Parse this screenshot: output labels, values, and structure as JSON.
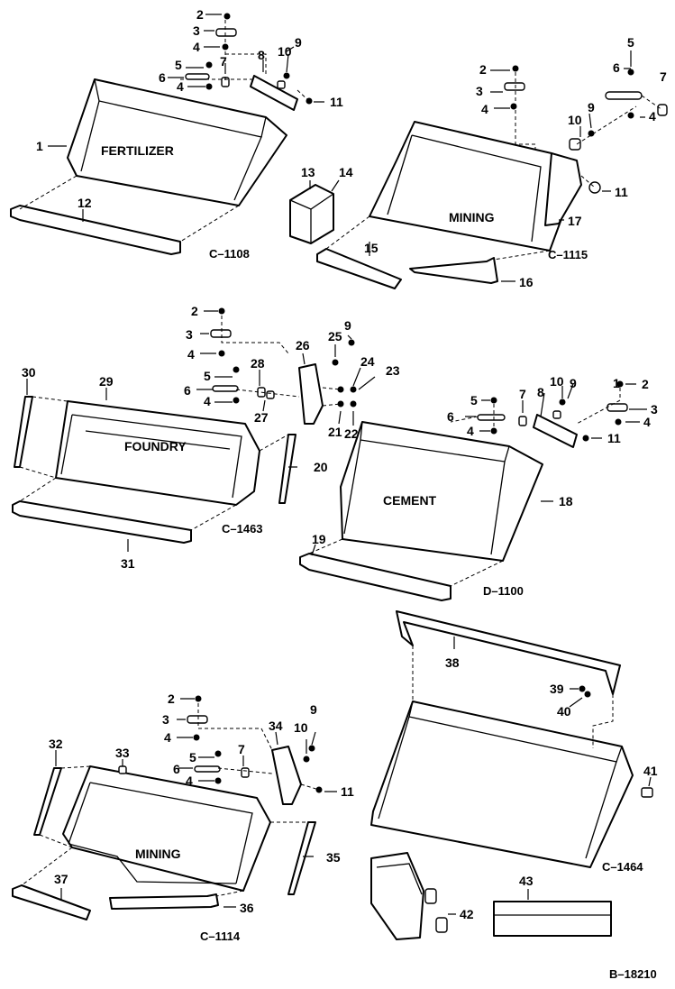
{
  "bucket_names": {
    "fertilizer": "FERTILIZER",
    "mining_top": "MINING",
    "foundry": "FOUNDRY",
    "cement": "CEMENT",
    "mining_bottom": "MINING"
  },
  "figure_refs": {
    "fertilizer": "C–1108",
    "mining_top": "C–1115",
    "foundry": "C–1463",
    "cement": "D–1100",
    "mining_bottom": "C–1114",
    "utility": "C–1464",
    "sheet": "B–18210"
  },
  "callouts": {
    "fert": {
      "c1": "1",
      "c2": "2",
      "c3": "3",
      "c4a": "4",
      "c4b": "4",
      "c5": "5",
      "c6": "6",
      "c7": "7",
      "c8": "8",
      "c9": "9",
      "c10": "10",
      "c11": "11",
      "c12": "12"
    },
    "mine1": {
      "c2": "2",
      "c3": "3",
      "c4a": "4",
      "c4b": "4",
      "c5": "5",
      "c6": "6",
      "c7": "7",
      "c9": "9",
      "c10": "10",
      "c11": "11",
      "c13": "13",
      "c14": "14",
      "c15": "15",
      "c16": "16",
      "c17": "17"
    },
    "foundry": {
      "c2": "2",
      "c3": "3",
      "c4a": "4",
      "c4b": "4",
      "c5": "5",
      "c6": "6",
      "c9": "9",
      "c20": "20",
      "c21": "21",
      "c22": "22",
      "c23": "23",
      "c24": "24",
      "c25": "25",
      "c26": "26",
      "c27": "27",
      "c28": "28",
      "c29": "29",
      "c30": "30",
      "c31": "31"
    },
    "cement": {
      "c1": "1",
      "c2": "2",
      "c3": "3",
      "c4a": "4",
      "c4b": "4",
      "c5": "5",
      "c6": "6",
      "c7": "7",
      "c8": "8",
      "c9": "9",
      "c10": "10",
      "c11": "11",
      "c18": "18",
      "c19": "19"
    },
    "utility": {
      "c38": "38",
      "c39": "39",
      "c40": "40",
      "c41": "41",
      "c42": "42",
      "c43": "43"
    },
    "mine2": {
      "c2": "2",
      "c3": "3",
      "c4a": "4",
      "c4b": "4",
      "c5": "5",
      "c6": "6",
      "c7": "7",
      "c9": "9",
      "c10": "10",
      "c11": "11",
      "c32": "32",
      "c33": "33",
      "c34": "34",
      "c35": "35",
      "c36": "36",
      "c37": "37"
    }
  }
}
